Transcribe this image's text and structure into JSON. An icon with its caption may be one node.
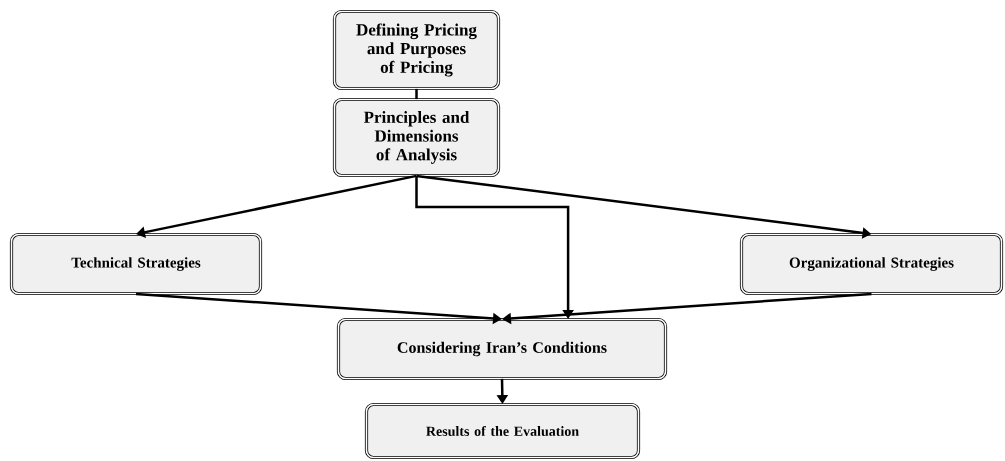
{
  "diagram": {
    "nodes": [
      {
        "text": [
          "Defining Pricing and Purposes of Pricing"
        ]
      },
      {
        "text": [
          "Principles and Dimensions of Analysis"
        ]
      },
      {
        "text": [
          "Technical Strategies"
        ]
      },
      {
        "text": [
          "Organizational Strategies"
        ]
      },
      {
        "text": [
          "Considering Iran’s Conditions"
        ]
      },
      {
        "text": [
          "Results of the Evaluation"
        ]
      }
    ],
    "edges": [
      {
        "from": 0,
        "to": 1,
        "arrow": "none"
      },
      {
        "from": 1,
        "to": 2,
        "arrow": "to"
      },
      {
        "from": 1,
        "to": 4,
        "arrow": "to"
      },
      {
        "from": 1,
        "to": 3,
        "arrow": "to"
      },
      {
        "from": 2,
        "to": 4,
        "arrow": "to"
      },
      {
        "from": 3,
        "to": 4,
        "arrow": "to"
      },
      {
        "from": 4,
        "to": 5,
        "arrow": "to"
      }
    ]
  }
}
